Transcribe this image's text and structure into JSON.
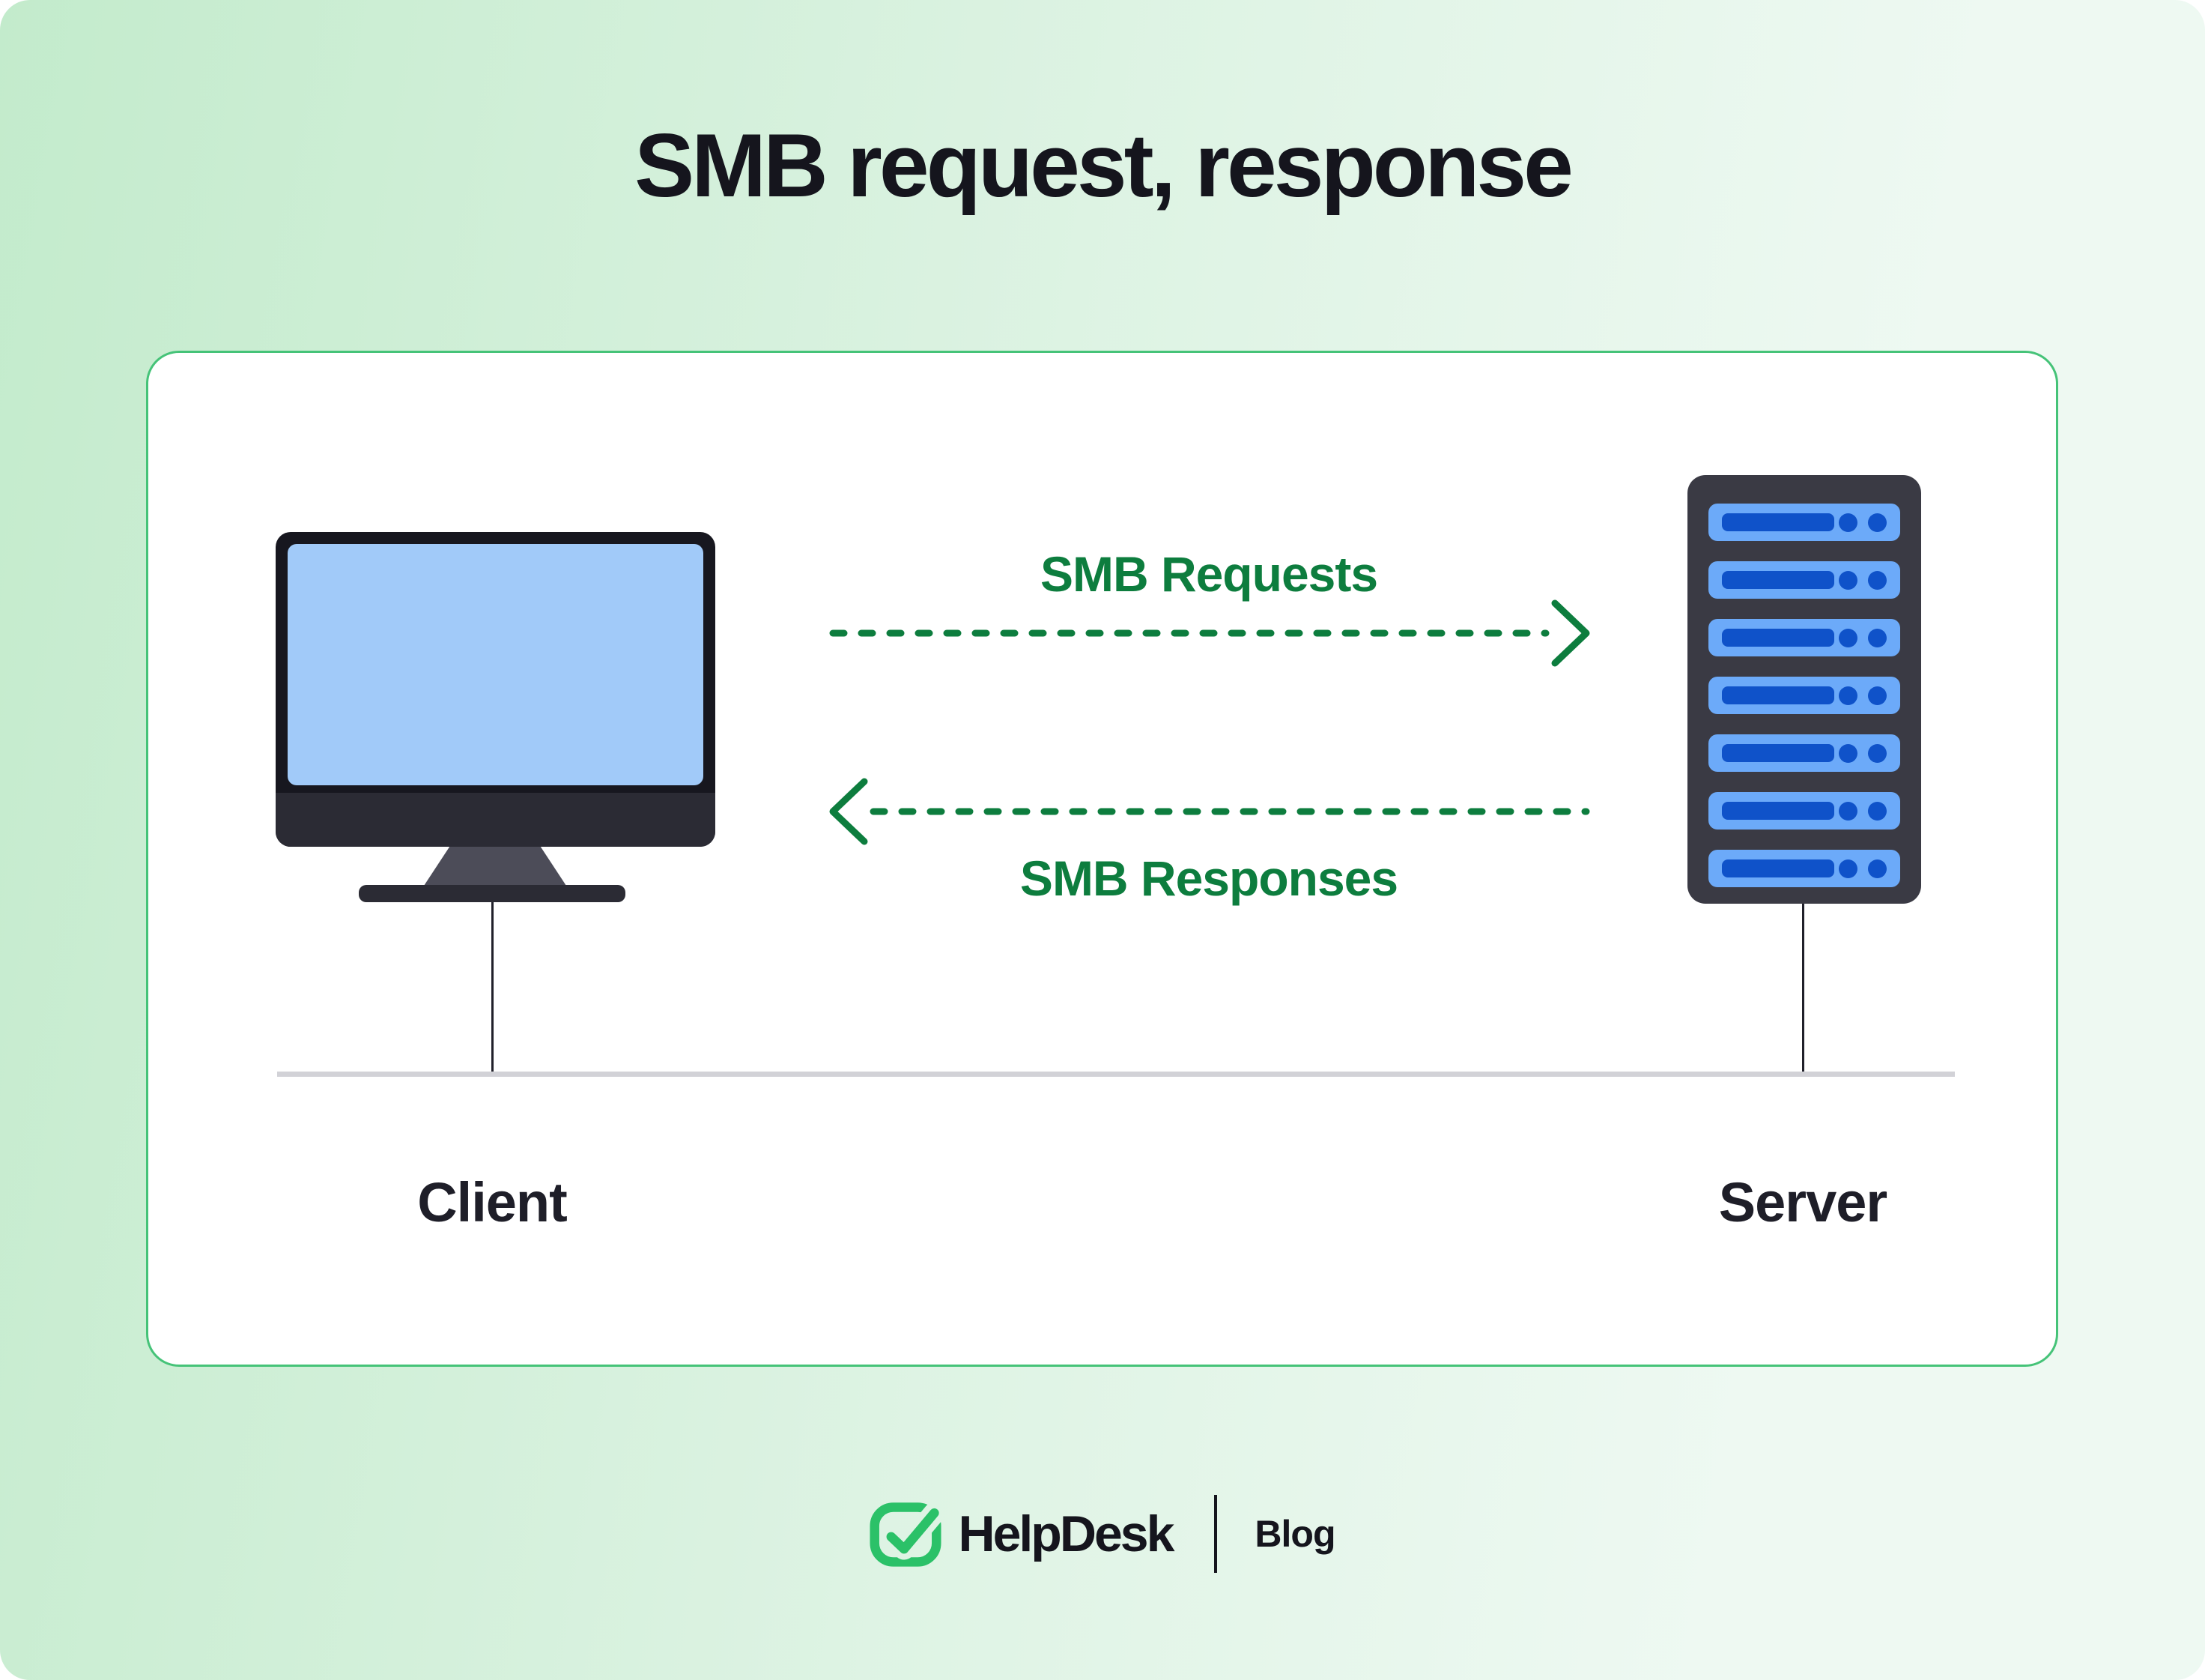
{
  "title": "SMB request, response",
  "diagram": {
    "request_arrow_label": "SMB Requests",
    "response_arrow_label": "SMB Responses",
    "client_label": "Client",
    "server_label": "Server",
    "server": {
      "slats": 7
    }
  },
  "footer": {
    "brand": "HelpDesk",
    "section": "Blog"
  },
  "colors": {
    "background_green_left": "#c3ebcc",
    "background_green_mid": "#ddf3e3",
    "background_green_right": "#eef9f2",
    "card_border_green": "#45c378",
    "arrow_green": "#0d7d3e",
    "brand_green": "#2bc168",
    "title_ink": "#15151d",
    "label_ink": "#1e1e28",
    "monitor_screen_blue": "#a1caf9",
    "server_slat_blue": "#6caaf9",
    "server_slat_dark_blue": "#0f52c9",
    "device_dark": "#17171f",
    "device_chin_dark": "#2b2b34",
    "device_stand_gray": "#4c4c58",
    "server_body_gray": "#3a3a44",
    "bus_line_gray": "#d2d2d7",
    "wire_ink": "#20202a"
  }
}
